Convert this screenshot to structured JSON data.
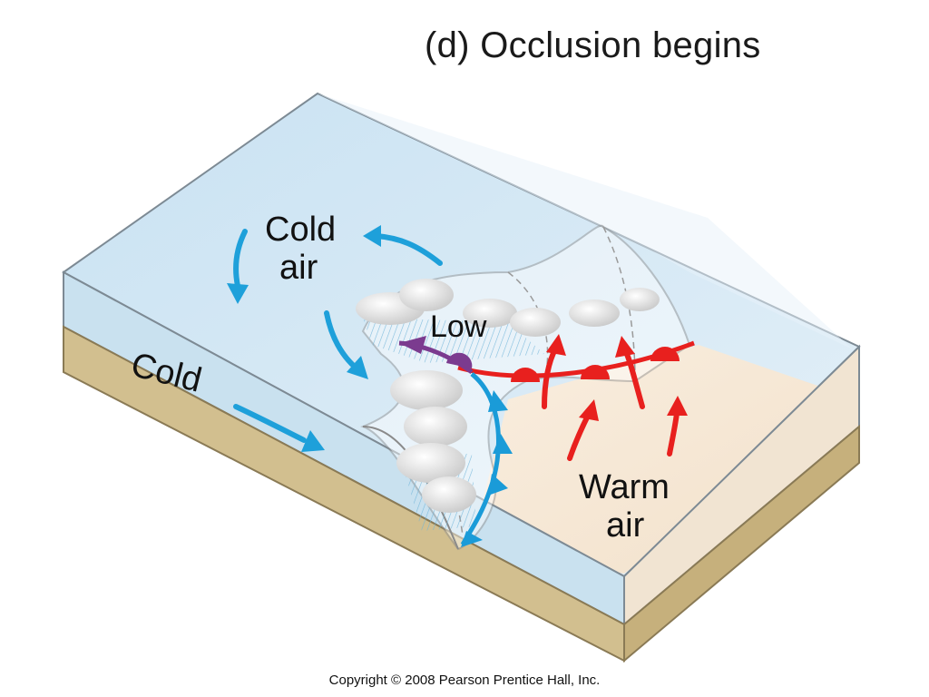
{
  "title": "(d) Occlusion begins",
  "labels": {
    "cold_air_line1": "Cold",
    "cold_air_line2": "air",
    "cold": "Cold",
    "low": "Low",
    "warm_air_line1": "Warm",
    "warm_air_line2": "air"
  },
  "copyright": "Copyright © 2008 Pearson Prentice Hall, Inc.",
  "colors": {
    "cold_air": "#cfe6f4",
    "warm_ground": "#f6e7d4",
    "soil": "#d2bf8f",
    "cold_front": "#1a9bd8",
    "warm_front": "#e8201e",
    "occluded_front": "#7b3b8f",
    "cold_arrow": "#1ea0da",
    "warm_arrow": "#e8201e"
  }
}
